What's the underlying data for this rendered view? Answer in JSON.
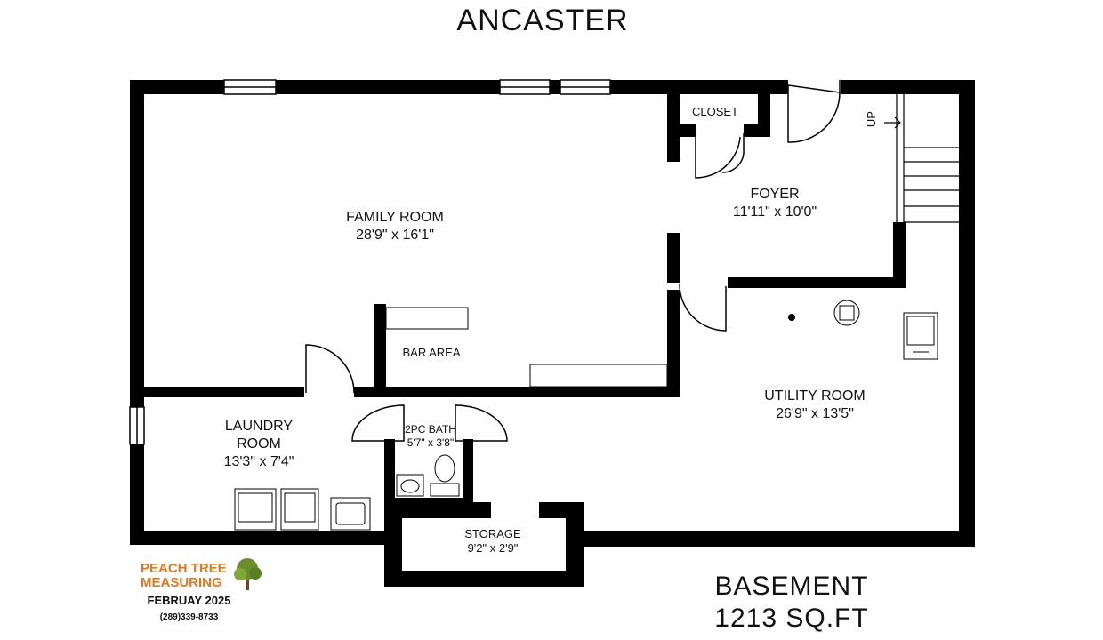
{
  "header": {
    "title": "ANCASTER"
  },
  "rooms": {
    "family": {
      "name": "FAMILY ROOM",
      "size": "28'9\" x 16'1\""
    },
    "foyer": {
      "name": "FOYER",
      "size": "11'11\" x 10'0\""
    },
    "closet": {
      "name": "CLOSET"
    },
    "bar": {
      "name": "BAR AREA"
    },
    "utility": {
      "name": "UTILITY ROOM",
      "size": "26'9\" x 13'5\""
    },
    "laundry": {
      "name_line1": "LAUNDRY",
      "name_line2": "ROOM",
      "size": "13'3\" x 7'4\""
    },
    "bath": {
      "name": "2PC BATH",
      "size": "5'7\" x 3'8\""
    },
    "storage": {
      "name": "STORAGE",
      "size": "9'2\" x 2'9\""
    }
  },
  "stairs": {
    "label": "UP"
  },
  "footer": {
    "level": "BASEMENT",
    "area": "1213 SQ.FT"
  },
  "branding": {
    "company_line1": "PEACH TREE",
    "company_line2": "MEASURING",
    "date": "FEBRUAY 2025",
    "phone": "(289)339-8733",
    "accent_color": "#e07a20",
    "tree_color": "#6a8f2a"
  }
}
